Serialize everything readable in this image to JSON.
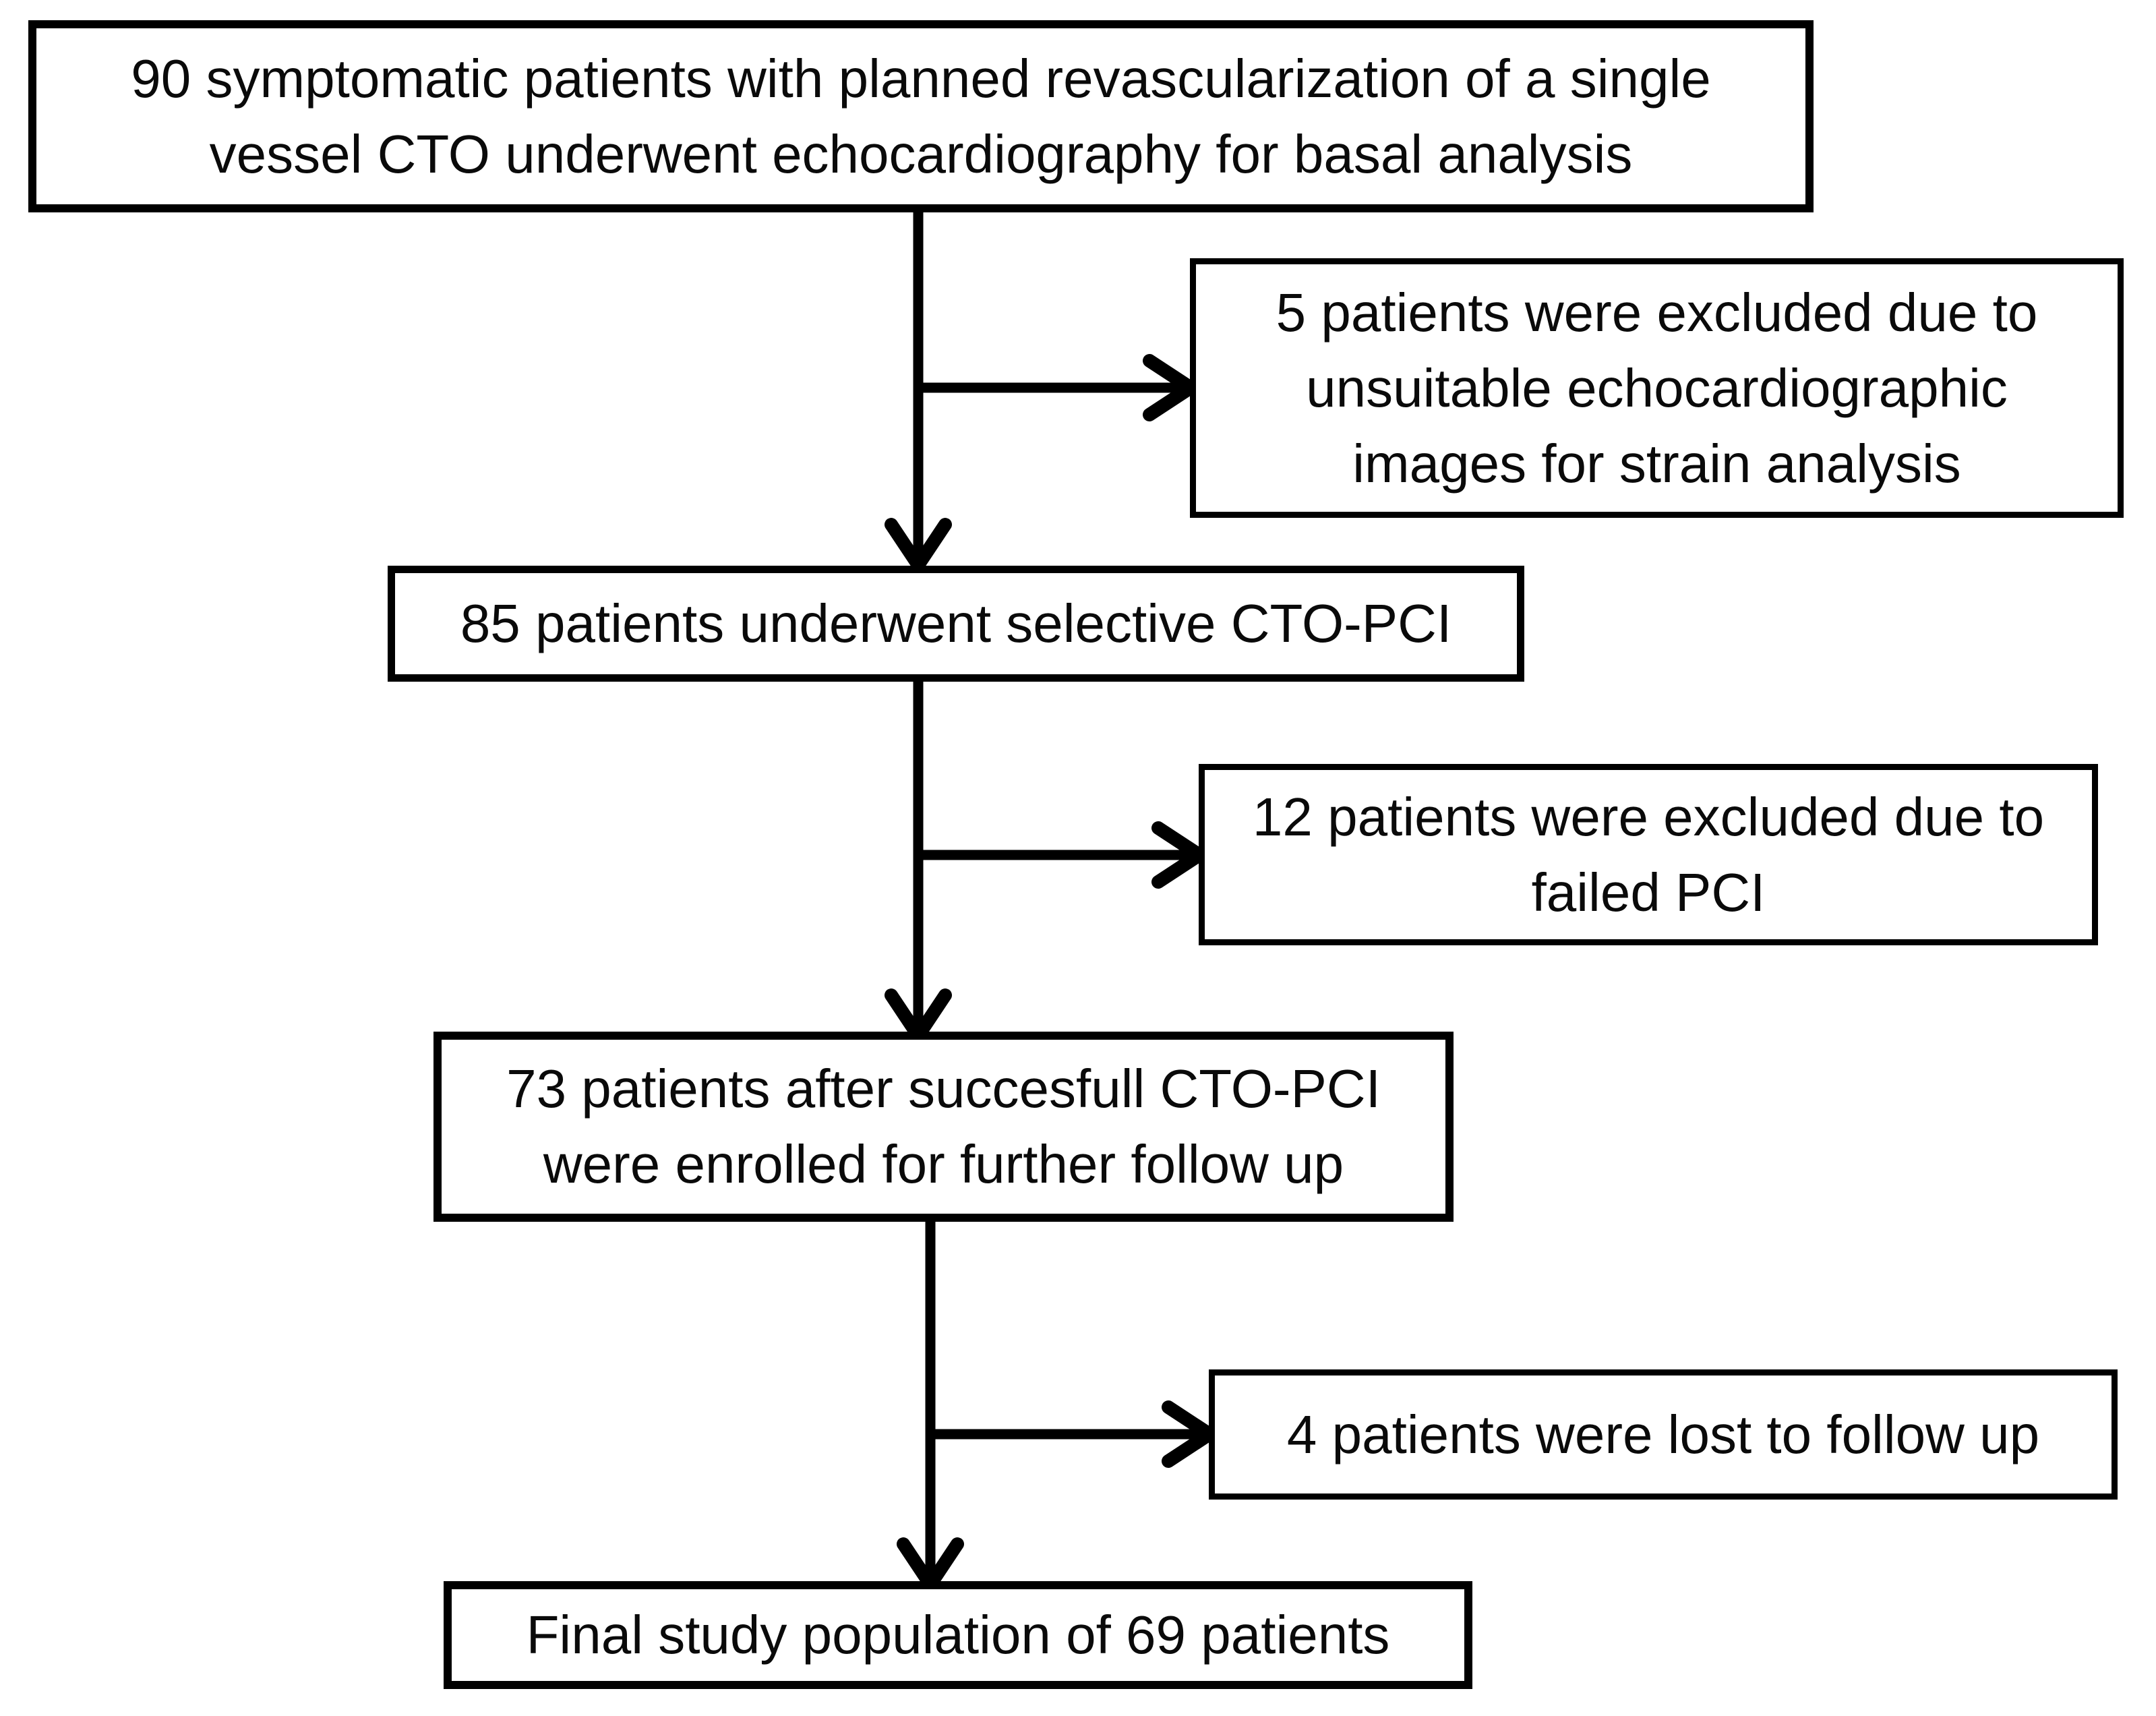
{
  "figure": {
    "type": "flowchart",
    "background_color": "#ffffff",
    "line_color": "#000000",
    "text_color": "#0a0a0a"
  },
  "flowchart": {
    "nodes": [
      {
        "id": "basal-analysis",
        "text": "90 symptomatic patients with planned revascularization of a single\nvessel CTO underwent echocardiography for basal analysis"
      },
      {
        "id": "excluded-echo",
        "text": "5 patients were excluded due to\nunsuitable echocardiographic\nimages for strain analysis"
      },
      {
        "id": "cto-pci",
        "text": "85 patients underwent selective CTO-PCI"
      },
      {
        "id": "excluded-failed-pci",
        "text": "12 patients were excluded due to\nfailed PCI"
      },
      {
        "id": "enrolled-follow-up",
        "text": "73 patients after succesfull CTO-PCI\nwere enrolled for further follow up"
      },
      {
        "id": "lost-follow-up",
        "text": "4 patients were lost to follow up"
      },
      {
        "id": "final-population",
        "text": "Final study population of 69 patients"
      }
    ],
    "edges": [
      {
        "from": "basal-analysis",
        "to": "cto-pci",
        "type": "main"
      },
      {
        "from": "basal-analysis",
        "to": "excluded-echo",
        "type": "exclusion"
      },
      {
        "from": "cto-pci",
        "to": "enrolled-follow-up",
        "type": "main"
      },
      {
        "from": "cto-pci",
        "to": "excluded-failed-pci",
        "type": "exclusion"
      },
      {
        "from": "enrolled-follow-up",
        "to": "final-population",
        "type": "main"
      },
      {
        "from": "enrolled-follow-up",
        "to": "lost-follow-up",
        "type": "exclusion"
      }
    ]
  }
}
